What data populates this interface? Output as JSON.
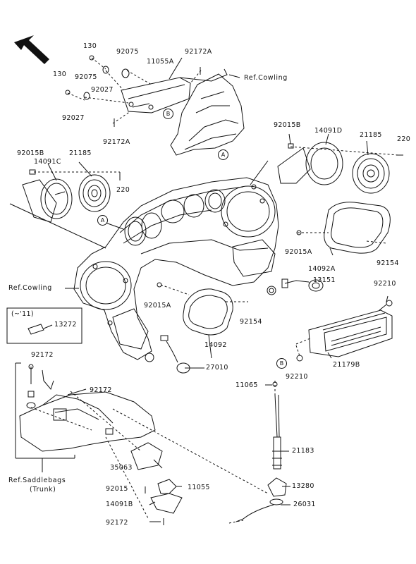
{
  "parts": {
    "p130_a": "130",
    "p130_b": "130",
    "p92075_a": "92075",
    "p92075_b": "92075",
    "p92172A_a": "92172A",
    "p92172A_b": "92172A",
    "p11055A": "11055A",
    "p92027_a": "92027",
    "p92027_b": "92027",
    "p92015B_a": "92015B",
    "p14091D": "14091D",
    "p21185_a": "21185",
    "p220_a": "220",
    "p92015B_b": "92015B",
    "p14091C": "14091C",
    "p21185_b": "21185",
    "p220_b": "220",
    "p92015A_a": "92015A",
    "p14092A": "14092A",
    "p92154_a": "92154",
    "p13151": "13151",
    "p92210_a": "92210",
    "p92015A_b": "92015A",
    "p92154_b": "92154",
    "p14092": "14092",
    "p13272": "13272",
    "p92172_a": "92172",
    "p92172_b": "92172",
    "p27010": "27010",
    "p21179B": "21179B",
    "p92210_b": "92210",
    "p11065": "11065",
    "p21183": "21183",
    "p35063": "35063",
    "p13280": "13280",
    "p92015": "92015",
    "p11055": "11055",
    "p14091B": "14091B",
    "p26031": "26031",
    "p92172_c": "92172"
  },
  "refs": {
    "cowling_top": "Ref.Cowling",
    "cowling_left": "Ref.Cowling",
    "saddlebags_line1": "Ref.Saddlebags",
    "saddlebags_line2": "(Trunk)"
  },
  "callouts": {
    "a1": "A",
    "a2": "A",
    "b1": "B",
    "b2": "B"
  },
  "box_note": "(~'11)"
}
